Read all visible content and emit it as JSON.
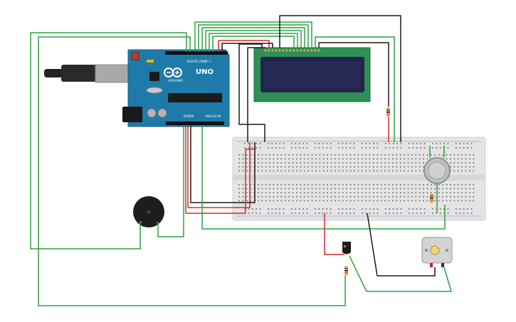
{
  "board": {
    "logo": "ARDUINO",
    "model": "UNO",
    "digital_label": "DIGITAL (PWM~)",
    "power_label": "POWER",
    "analog_label": "ANALOG IN"
  },
  "buzzer": {
    "plus": "+",
    "minus": "−"
  },
  "colors": {
    "wire_green": "#2ea043",
    "wire_red": "#d62a2a",
    "wire_black": "#1a1a1a",
    "arduino_blue": "#1e7aa8",
    "lcd_green": "#2f8f54",
    "lcd_screen": "#21254d",
    "breadboard": "#e6e6e6"
  }
}
